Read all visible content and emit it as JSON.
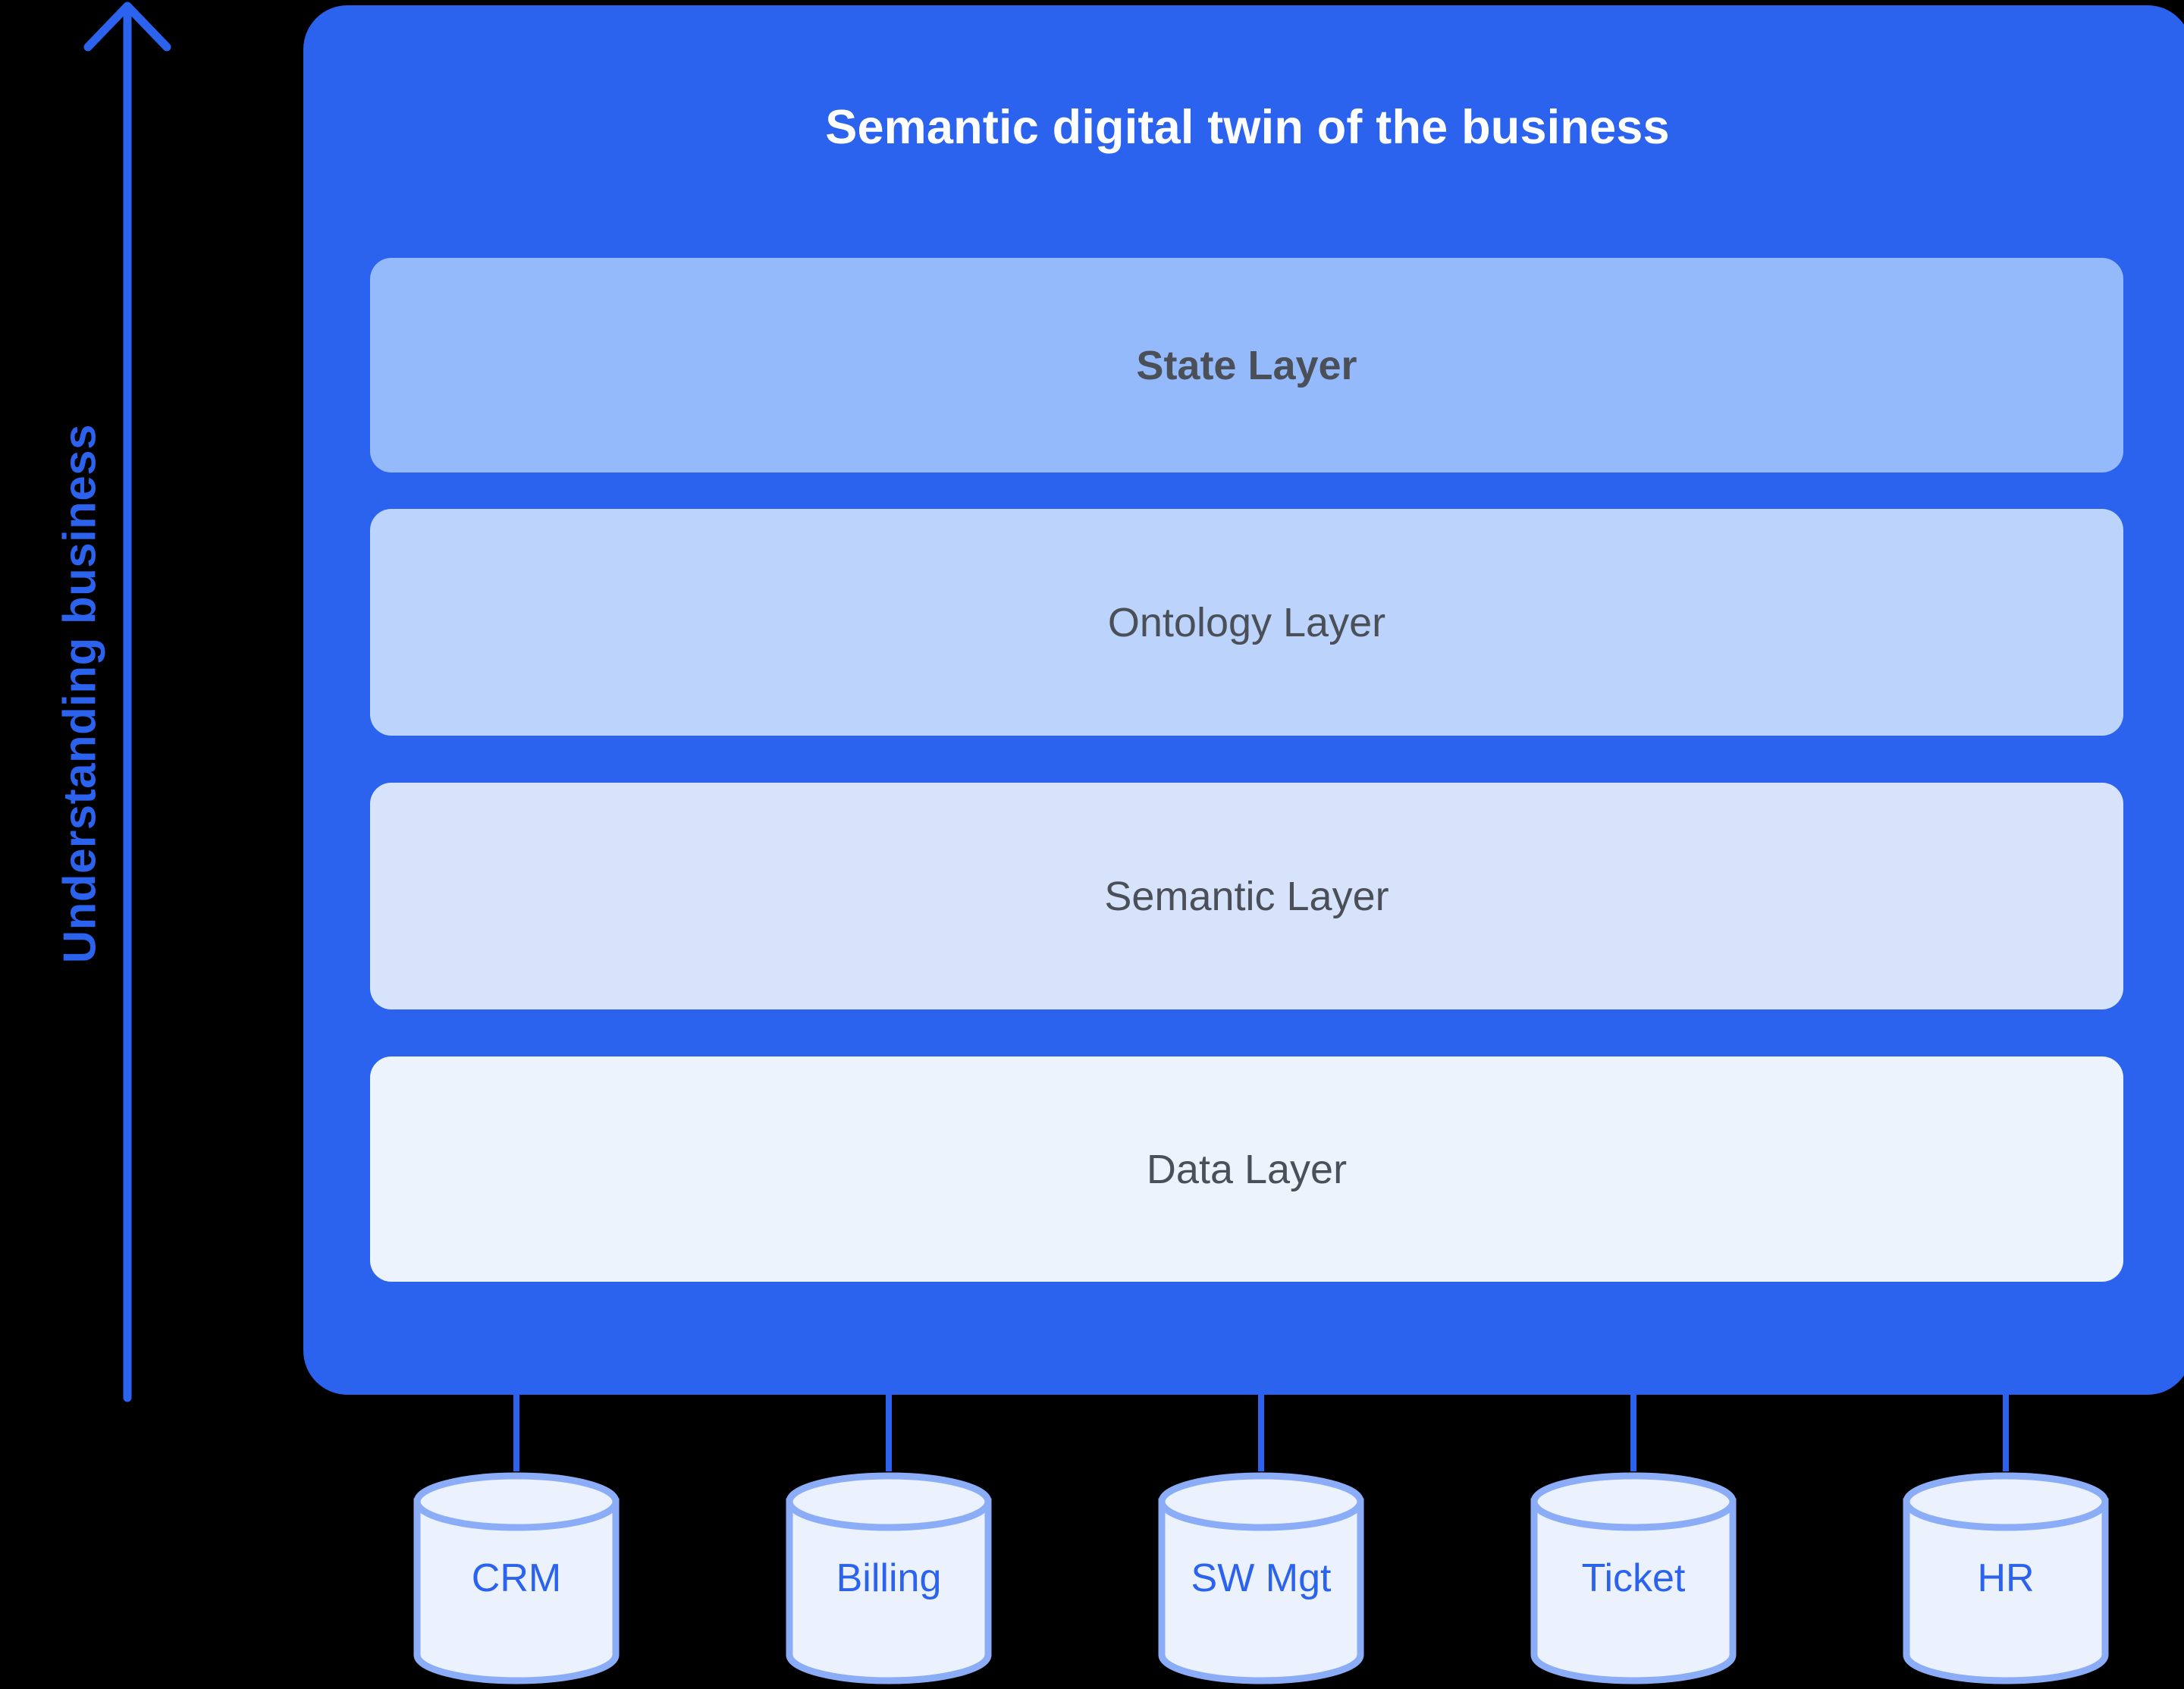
{
  "axis": {
    "label": "Understanding business",
    "arrow_icon": "up-arrow-icon",
    "color": "#2B62EE"
  },
  "panel": {
    "title": "Semantic digital twin of the business",
    "background_color": "#2B62EE",
    "title_color": "#FFFFFF",
    "layers": [
      {
        "label": "State Layer",
        "color": "#94BAFC",
        "bold": true
      },
      {
        "label": "Ontology Layer",
        "color": "#BCD4FC",
        "bold": false
      },
      {
        "label": "Semantic Layer",
        "color": "#D6E3FB",
        "bold": false
      },
      {
        "label": "Data Layer",
        "color": "#EDF3FD",
        "bold": false
      }
    ]
  },
  "sources": {
    "fill_color": "#EBF1FD",
    "stroke_color": "#8BADF7",
    "label_color": "#2B62EE",
    "items": [
      {
        "label": "CRM"
      },
      {
        "label": "Billing"
      },
      {
        "label": "SW Mgt"
      },
      {
        "label": "Ticket"
      },
      {
        "label": "HR"
      }
    ]
  }
}
